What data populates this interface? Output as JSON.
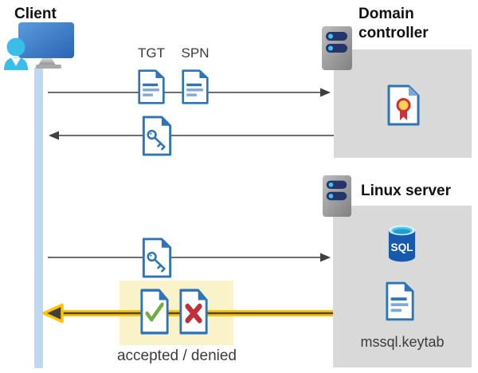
{
  "labels": {
    "client": "Client",
    "tgt": "TGT",
    "spn": "SPN",
    "domain_controller": "Domain controller",
    "linux_server": "Linux server",
    "keytab_file": "mssql.keytab",
    "sql_badge": "SQL",
    "result": "accepted / denied"
  },
  "colors": {
    "doc_blue": "#2E75B6",
    "doc_line_light": "#7FA8D9",
    "timeline_blue": "#BFD8F2",
    "box_gray": "#D9D9D9",
    "highlight_yellow": "#FAF3C9",
    "arrow_gray": "#595959",
    "arrow_yellow": "#FFC408",
    "accept_green": "#6FAE44",
    "deny_red": "#C0303A",
    "sql_body_blue": "#1659AD",
    "sql_top_cyan": "#49C7E8",
    "server_pill_navy": "#24356B",
    "server_dot_cyan": "#38C6F4",
    "person_cyan": "#3BBDE9",
    "monitor_blue": "#2B63B5",
    "cert_seal_yellow": "#FFD34D",
    "cert_seal_red": "#C9313B",
    "text_dark": "#3C3C3C"
  },
  "icons": [
    {
      "name": "client-icon",
      "shape": "person in front of monitor"
    },
    {
      "name": "server-icon",
      "shape": "server tower with two indicator bays"
    },
    {
      "name": "tgt-document-icon",
      "shape": "document with text lines"
    },
    {
      "name": "spn-document-icon",
      "shape": "document with text lines"
    },
    {
      "name": "key-document-icon",
      "shape": "document with key glyph (ticket)"
    },
    {
      "name": "certificate-icon",
      "shape": "document with award seal"
    },
    {
      "name": "sql-database-icon",
      "shape": "database cylinder labeled SQL"
    },
    {
      "name": "keytab-document-icon",
      "shape": "document with text lines"
    },
    {
      "name": "accepted-document-icon",
      "shape": "document with green check mark"
    },
    {
      "name": "denied-document-icon",
      "shape": "document with red x mark"
    },
    {
      "name": "right-arrow-icon",
      "shape": "gray arrow pointing right"
    },
    {
      "name": "left-arrow-icon",
      "shape": "gray arrow pointing left"
    },
    {
      "name": "yellow-left-arrow-icon",
      "shape": "yellow/black arrow pointing left"
    }
  ]
}
